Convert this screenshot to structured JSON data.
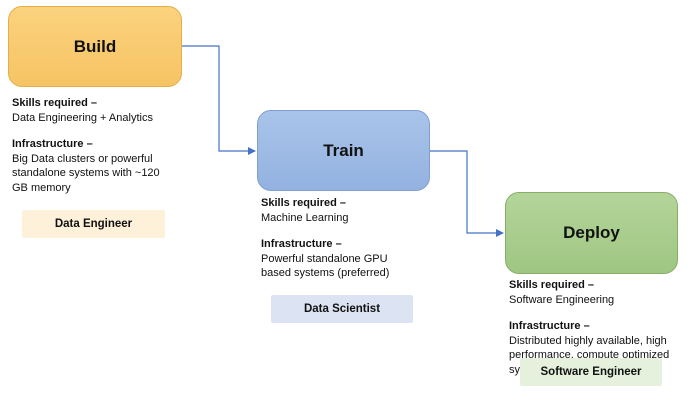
{
  "stages": {
    "build": {
      "title": "Build",
      "skills_label": "Skills required –",
      "skills_value": "Data Engineering + Analytics",
      "infra_label": "Infrastructure –",
      "infra_lines": [
        "Big Data clusters or powerful",
        "standalone systems with ~120",
        "GB memory"
      ],
      "role": "Data Engineer"
    },
    "train": {
      "title": "Train",
      "skills_label": "Skills required –",
      "skills_value": "Machine Learning",
      "infra_label": "Infrastructure –",
      "infra_lines": [
        "Powerful standalone GPU",
        "based systems (preferred)"
      ],
      "role": "Data Scientist"
    },
    "deploy": {
      "title": "Deploy",
      "skills_label": "Skills required –",
      "skills_value": "Software Engineering",
      "infra_label": "Infrastructure –",
      "infra_lines": [
        "Distributed highly available, high",
        "performance, compute optimized",
        "systems"
      ],
      "role": "Software Engineer"
    }
  },
  "colors": {
    "build_fill": "#f6c464",
    "train_fill": "#93b2e0",
    "deploy_fill": "#9fc682",
    "connector": "#4472c4"
  }
}
